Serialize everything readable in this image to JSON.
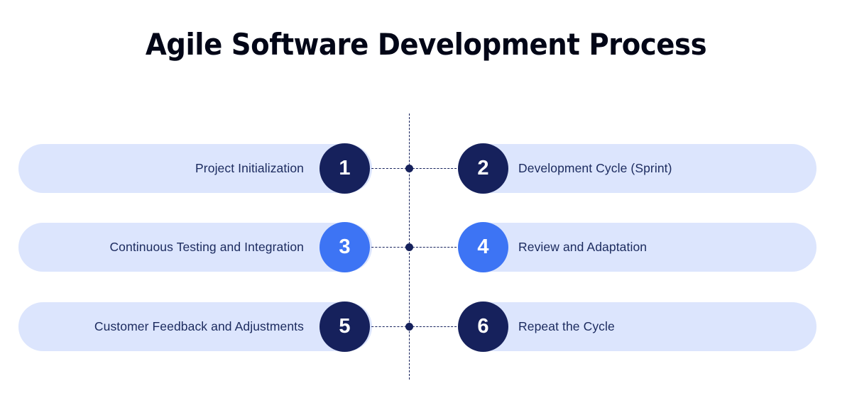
{
  "page": {
    "title": "Agile Software Development Process",
    "background_color": "#ffffff"
  },
  "theme": {
    "pill_background": "#dce5fd",
    "navy": "#16215c",
    "bright_blue": "#3d74f4",
    "label_color": "#1b2a5e",
    "number_color": "#ffffff",
    "title_color": "#020617",
    "connector_color": "#16215c"
  },
  "diagram": {
    "type": "process-flow",
    "orientation": "two-column-zigzag",
    "center_spine": {
      "style": "dashed",
      "node_count": 3
    },
    "steps": [
      {
        "number": "1",
        "label": "Project Initialization",
        "side": "left",
        "row": 1,
        "circle_color": "#16215c"
      },
      {
        "number": "2",
        "label": "Development Cycle (Sprint)",
        "side": "right",
        "row": 1,
        "circle_color": "#16215c"
      },
      {
        "number": "3",
        "label": "Continuous Testing and Integration",
        "side": "left",
        "row": 2,
        "circle_color": "#3d74f4"
      },
      {
        "number": "4",
        "label": "Review and Adaptation",
        "side": "right",
        "row": 2,
        "circle_color": "#3d74f4"
      },
      {
        "number": "5",
        "label": "Customer Feedback and Adjustments",
        "side": "left",
        "row": 3,
        "circle_color": "#16215c"
      },
      {
        "number": "6",
        "label": "Repeat the Cycle",
        "side": "right",
        "row": 3,
        "circle_color": "#16215c"
      }
    ]
  }
}
